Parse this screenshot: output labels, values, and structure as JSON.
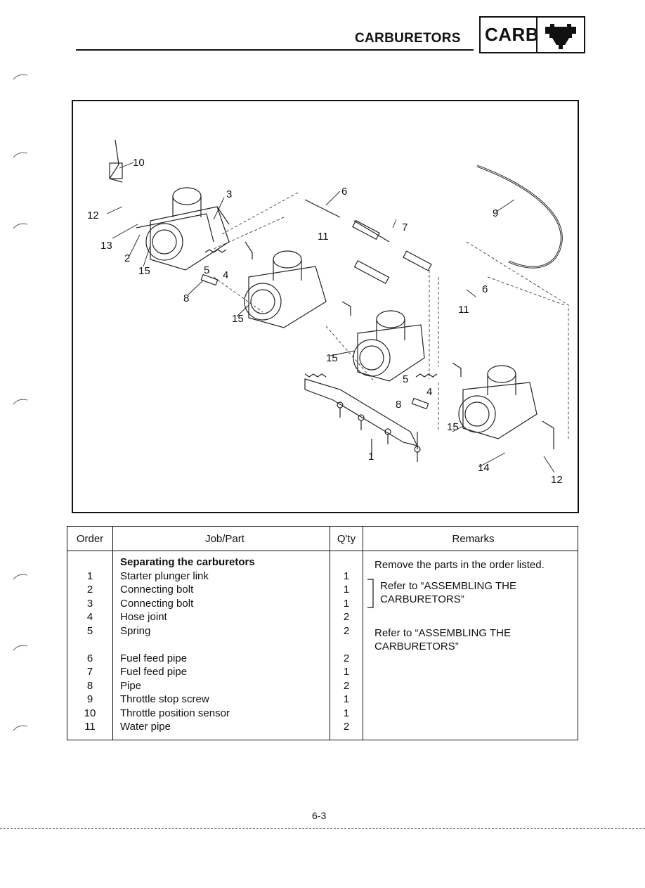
{
  "header": {
    "section_title": "CARBURETORS",
    "badge_label": "CARB",
    "badge_icon": "carburetor-icon"
  },
  "figure": {
    "callouts": [
      "10",
      "3",
      "6",
      "12",
      "13",
      "2",
      "15",
      "5",
      "4",
      "8",
      "11",
      "7",
      "9",
      "6",
      "15",
      "11",
      "15",
      "5",
      "4",
      "8",
      "15",
      "1",
      "14",
      "12"
    ]
  },
  "table": {
    "headers": {
      "order": "Order",
      "job": "Job/Part",
      "qty": "Q'ty",
      "remarks": "Remarks"
    },
    "section_heading": "Separating the carburetors",
    "rows": [
      {
        "order": "1",
        "part": "Starter plunger link",
        "qty": "1"
      },
      {
        "order": "2",
        "part": "Connecting bolt",
        "qty": "1"
      },
      {
        "order": "3",
        "part": "Connecting bolt",
        "qty": "1"
      },
      {
        "order": "4",
        "part": "Hose joint",
        "qty": "2"
      },
      {
        "order": "5",
        "part": "Spring",
        "qty": "2"
      },
      {
        "order": "6",
        "part": "Fuel feed pipe",
        "qty": "2"
      },
      {
        "order": "7",
        "part": "Fuel feed pipe",
        "qty": "1"
      },
      {
        "order": "8",
        "part": "Pipe",
        "qty": "2"
      },
      {
        "order": "9",
        "part": "Throttle stop screw",
        "qty": "1"
      },
      {
        "order": "10",
        "part": "Throttle position sensor",
        "qty": "1"
      },
      {
        "order": "11",
        "part": "Water pipe",
        "qty": "2"
      }
    ],
    "remarks": {
      "intro": "Remove the parts in the order listed.",
      "ref1_line1": "Refer to “ASSEMBLING THE",
      "ref1_line2": "CARBURETORS”",
      "ref2_line1": "Refer to “ASSEMBLING THE",
      "ref2_line2": "CARBURETORS”"
    }
  },
  "footer": {
    "page_number": "6-3"
  }
}
